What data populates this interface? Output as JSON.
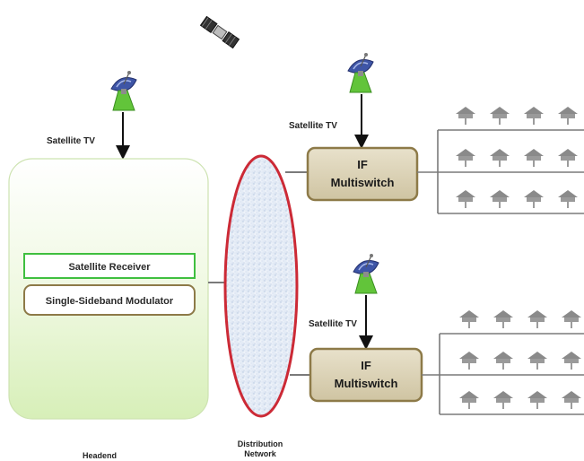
{
  "satellite_tv_label": "Satellite TV",
  "receiver_label": "Satellite  Receiver",
  "modulator_label": "Single-Sideband Modulator",
  "switch_line1": "IF",
  "switch_line2": "Multiswitch",
  "headend_label": "Headend",
  "distribution_line1": "Distribution",
  "distribution_line2": "Network",
  "colors": {
    "headend_fill": "#e9f6d6",
    "network_outline": "#cc2a36",
    "switch_fill": "#dcd3b8",
    "switch_border": "#8d7a48",
    "receiver_border": "#3fbf3f",
    "modulator_border": "#8d7a48",
    "house": "#8a8a8a",
    "line": "#7a7a7a"
  },
  "icons": [
    "satellite-icon",
    "satellite-dish-icon",
    "house-icon"
  ]
}
